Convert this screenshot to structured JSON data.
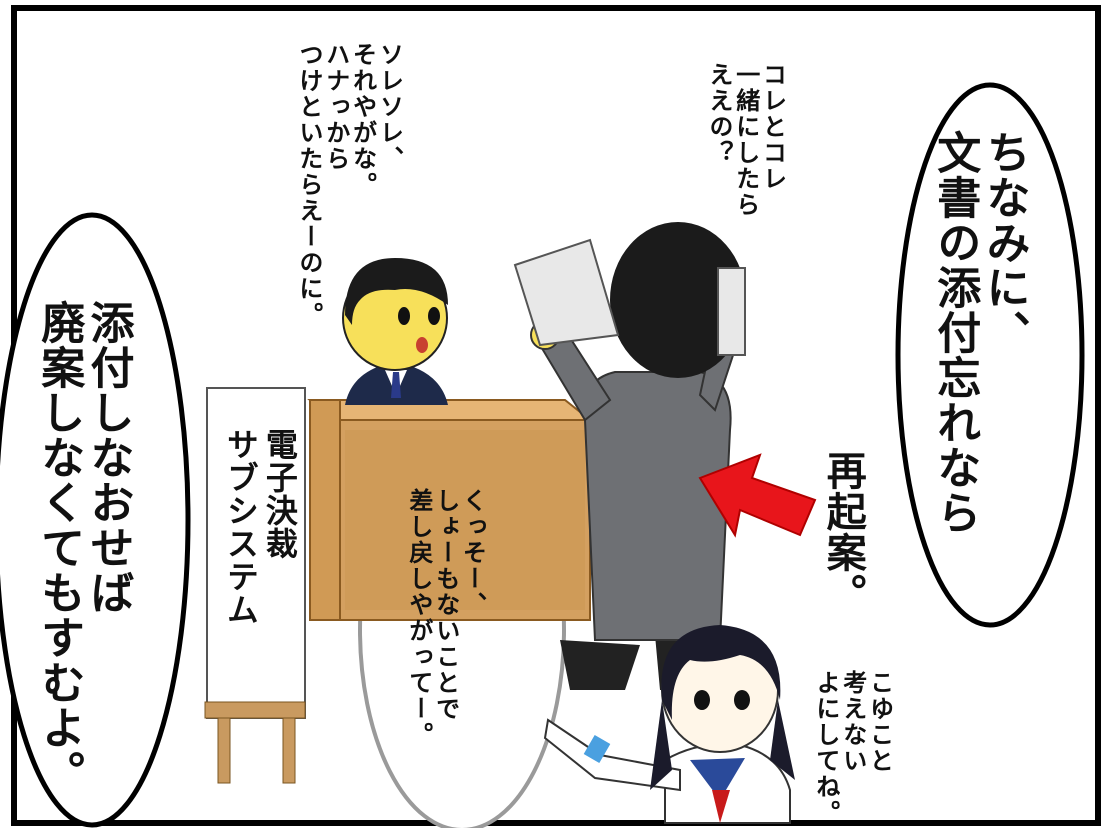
{
  "bubbles": {
    "narration_right": "ちなみに、\n文書の添付忘れなら",
    "narration_left": "添付しなおせば\n廃案しなくてもすむよ。",
    "boy_quote": "くっそー、\nしょーもないことで\n差し戻しやがってー。",
    "clerk_quote": "ソレソレ、\nそれやがな。\nハナっから\nつけといたらえーのに。",
    "boy_question": "コレとコレ\n一緒にしたら\nええの？",
    "girl_note": "こゆこと\n考えない\nよにしてね。"
  },
  "labels": {
    "resubmit": "再起案。",
    "sign_line1": "電子決裁",
    "sign_line2": "サブシステム"
  },
  "colors": {
    "arrow": "#e8151b",
    "desk": "#d4a060",
    "suit_gray": "#6e7074",
    "clerk_suit": "#1e2a4a",
    "skin": "#f7e05a",
    "hair": "#1b1b1b"
  }
}
